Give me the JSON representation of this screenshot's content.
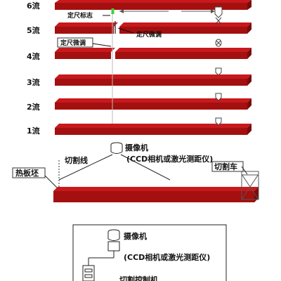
{
  "strands": [
    {
      "label": "6流"
    },
    {
      "label": "5流"
    },
    {
      "label": "4流"
    },
    {
      "label": "3流"
    },
    {
      "label": "2流"
    },
    {
      "label": "1流"
    }
  ],
  "annotations": {
    "length_mark": "定尺标志",
    "fine_tune_right": "定尺微调",
    "fine_tune_left": "定尺微调"
  },
  "hot_zone": {
    "camera": "摄像机",
    "camera_sub": "(CCD相机或激光测距仪)",
    "cut_line": "切割线",
    "hot_slab": "热板坯",
    "cutting_car": "切割车"
  },
  "detail": {
    "camera": "摄像机",
    "camera_sub": "(CCD相机或激光测距仪)",
    "cutting_machine": "切割控制机"
  },
  "colors": {
    "slab_top": "#c8191d",
    "slab_front": "#a3100f",
    "slab_side": "#7a0b0a",
    "mark_green": "#3bd23b"
  }
}
